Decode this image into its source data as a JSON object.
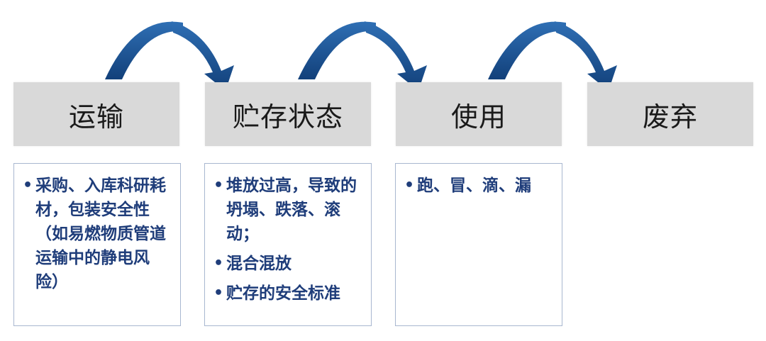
{
  "stages": [
    {
      "title": "运输",
      "items": [
        "采购、入库科研耗材，包装安全性（如易燃物质管道运输中的静电风险）"
      ]
    },
    {
      "title": "贮存状态",
      "items": [
        "堆放过高，导致的坍塌、跌落、滚动；",
        "混合混放",
        "贮存的安全标准"
      ]
    },
    {
      "title": "使用",
      "items": [
        "跑、冒、滴、漏"
      ]
    },
    {
      "title": "废弃",
      "items": []
    }
  ],
  "colors": {
    "arrow": "#1b4f8f",
    "header_bg": "#d9d9d9",
    "box_border": "#a8b7d0",
    "bullet_text": "#1f3d7a"
  }
}
